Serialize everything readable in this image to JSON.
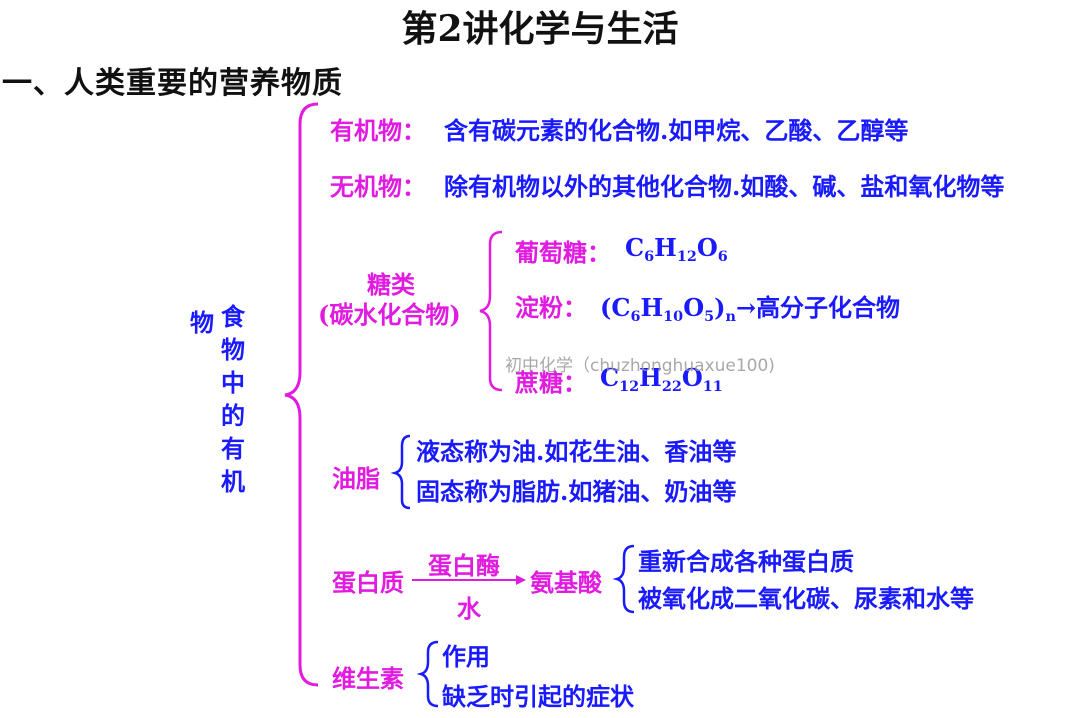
{
  "title": "第2讲化学与生活",
  "section_heading": "一、人类重要的营养物质",
  "left_label_1": "物",
  "left_label_2": [
    "食",
    "物",
    "中",
    "的",
    "有",
    "机"
  ],
  "organic": {
    "label": "有机物：",
    "desc": "含有碳元素的化合物.如甲烷、乙酸、乙醇等"
  },
  "inorganic": {
    "label": "无机物：",
    "desc": "除有机物以外的其他化合物.如酸、碱、盐和氧化物等"
  },
  "sugars": {
    "label_line1": "糖类",
    "label_line2": "(碳水化合物)",
    "glucose": {
      "label": "葡萄糖：",
      "formula_parts": [
        "C",
        "6",
        "H",
        "12",
        "O",
        "6"
      ]
    },
    "starch": {
      "label": "淀粉：",
      "formula_parts": [
        "(C",
        "6",
        "H",
        "10",
        "O",
        "5",
        ")",
        "n"
      ],
      "arrow": "→",
      "product": "高分子化合物"
    },
    "sucrose": {
      "label": "蔗糖：",
      "formula_parts": [
        "C",
        "12",
        "H",
        "22",
        "O",
        "11"
      ]
    }
  },
  "fats": {
    "label": "油脂",
    "items": [
      "液态称为油.如花生油、香油等",
      "固态称为脂肪.如猪油、奶油等"
    ]
  },
  "protein": {
    "label": "蛋白质",
    "catalyst": "蛋白酶",
    "reagent": "水",
    "product": "氨基酸",
    "items": [
      "重新合成各种蛋白质",
      "被氧化成二氧化碳、尿素和水等"
    ]
  },
  "vitamin": {
    "label": "维生素",
    "items": [
      "作用",
      "缺乏时引起的症状"
    ]
  },
  "watermark": "初中化学（chuzhonghuaxue100)",
  "colors": {
    "label": "#e11be0",
    "text": "#1a1aff",
    "heading": "#111111"
  }
}
